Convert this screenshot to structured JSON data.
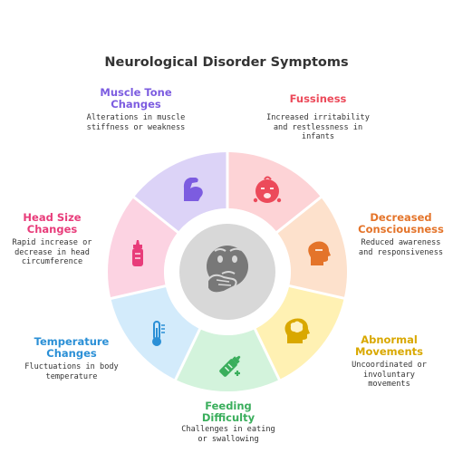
{
  "title": "Neurological Disorder Symptoms",
  "colors": {
    "muscle": "#7c5ce0",
    "fussiness": "#ec4a5a",
    "consciousness": "#e4742a",
    "abnormal": "#d9a800",
    "feeding": "#3aae5c",
    "temperature": "#2a8fd6",
    "headsize": "#e83c7a",
    "center": "#757575"
  },
  "symptoms": {
    "muscle_tone": {
      "title_line1": "Muscle Tone",
      "title_line2": "Changes",
      "desc_line1": "Alterations in muscle",
      "desc_line2": "stiffness or weakness",
      "icon": "flexed-bicep-icon"
    },
    "fussiness": {
      "title_line1": "Fussiness",
      "desc_line1": "Increased irritability",
      "desc_line2": "and restlessness in",
      "desc_line3": "infants",
      "icon": "crying-baby-icon"
    },
    "consciousness": {
      "title_line1": "Decreased",
      "title_line2": "Consciousness",
      "desc_line1": "Reduced awareness",
      "desc_line2": "and responsiveness",
      "icon": "head-profile-icon"
    },
    "abnormal_movements": {
      "title_line1": "Abnormal",
      "title_line2": "Movements",
      "desc_line1": "Uncoordinated or",
      "desc_line2": "involuntary",
      "desc_line3": "movements",
      "icon": "brain-head-icon"
    },
    "feeding": {
      "title_line1": "Feeding",
      "title_line2": "Difficulty",
      "desc_line1": "Challenges in eating",
      "desc_line2": "or swallowing",
      "icon": "baby-bottle-plus-icon"
    },
    "temperature": {
      "title_line1": "Temperature",
      "title_line2": "Changes",
      "desc_line1": "Fluctuations in body",
      "desc_line2": "temperature",
      "icon": "thermometer-icon"
    },
    "head_size": {
      "title_line1": "Head Size",
      "title_line2": "Changes",
      "desc_line1": "Rapid increase or",
      "desc_line2": "decrease in head",
      "desc_line3": "circumference",
      "icon": "baby-bottle-icon"
    }
  },
  "center_icon": "face-with-hand-over-mouth-icon"
}
